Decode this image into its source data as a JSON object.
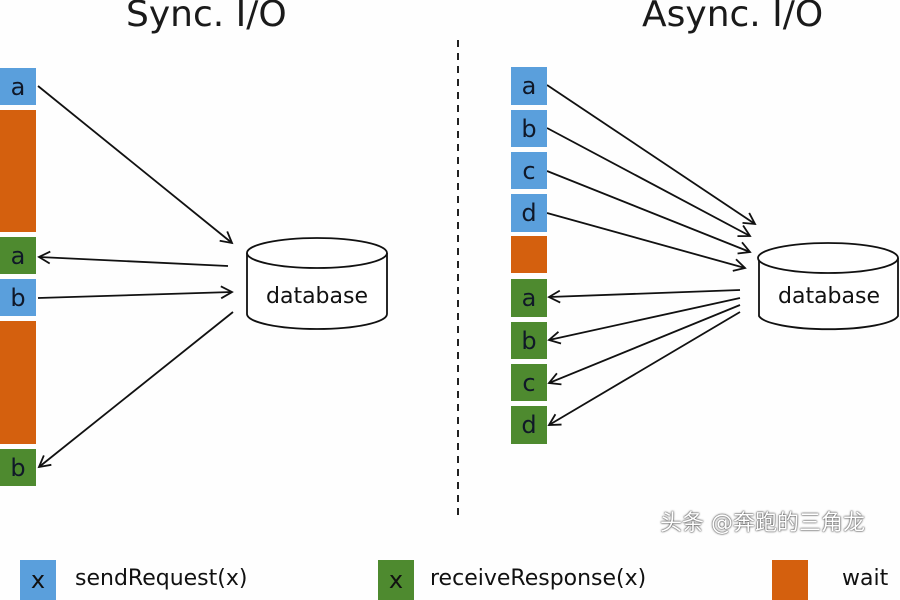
{
  "colors": {
    "send": "#5a9fdc",
    "receive": "#4e8a2f",
    "wait": "#d4600e"
  },
  "sync": {
    "title": "Sync. I/O",
    "blocks": [
      {
        "kind": "send",
        "label": "a"
      },
      {
        "kind": "wait",
        "label": ""
      },
      {
        "kind": "receive",
        "label": "a"
      },
      {
        "kind": "send",
        "label": "b"
      },
      {
        "kind": "wait",
        "label": ""
      },
      {
        "kind": "receive",
        "label": "b"
      }
    ],
    "database": "database"
  },
  "async": {
    "title": "Async. I/O",
    "blocks": [
      {
        "kind": "send",
        "label": "a"
      },
      {
        "kind": "send",
        "label": "b"
      },
      {
        "kind": "send",
        "label": "c"
      },
      {
        "kind": "send",
        "label": "d"
      },
      {
        "kind": "wait",
        "label": ""
      },
      {
        "kind": "receive",
        "label": "a"
      },
      {
        "kind": "receive",
        "label": "b"
      },
      {
        "kind": "receive",
        "label": "c"
      },
      {
        "kind": "receive",
        "label": "d"
      }
    ],
    "database": "database"
  },
  "legend": [
    {
      "kind": "send",
      "symbol": "x",
      "text": "sendRequest(x)"
    },
    {
      "kind": "receive",
      "symbol": "x",
      "text": "receiveResponse(x)"
    },
    {
      "kind": "wait",
      "symbol": "",
      "text": "wait"
    }
  ],
  "watermark": "头条 @奔跑的三角龙"
}
